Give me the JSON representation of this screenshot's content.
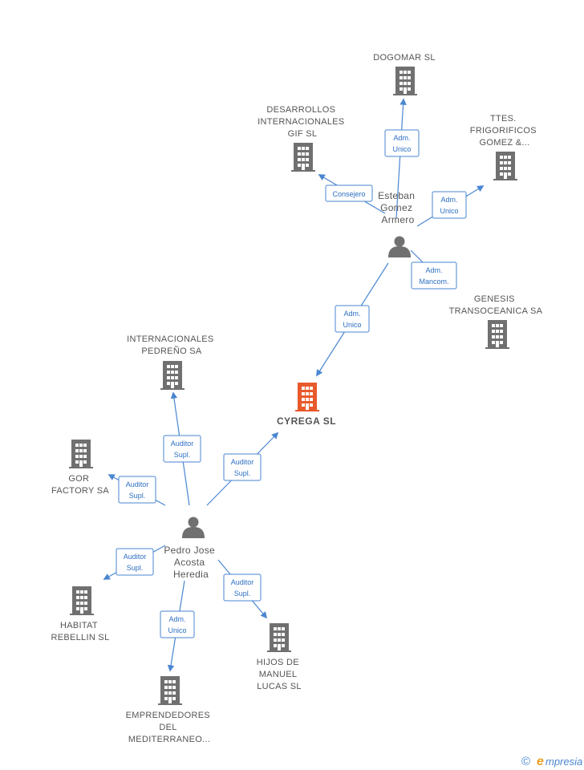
{
  "colors": {
    "company": "#707070",
    "focus": "#e8592b",
    "person": "#707070",
    "edge": "#4a86d1",
    "watermark_e": "#e8a020"
  },
  "nodes": {
    "dogomar": {
      "lines": [
        "DOGOMAR SL"
      ]
    },
    "desarrollos": {
      "lines": [
        "DESARROLLOS",
        "INTERNACIONALES",
        "GIF SL"
      ]
    },
    "ttes": {
      "lines": [
        "TTES.",
        "FRIGORIFICOS",
        "GOMEZ &..."
      ]
    },
    "esteban": {
      "lines": [
        "Esteban",
        "Gomez",
        "Armero"
      ]
    },
    "genesis": {
      "lines": [
        "GENESIS",
        "TRANSOCEANICA SA"
      ]
    },
    "internacionales": {
      "lines": [
        "INTERNACIONALES",
        "PEDREÑO SA"
      ]
    },
    "cyrega": {
      "lines": [
        "CYREGA SL"
      ]
    },
    "gor": {
      "lines": [
        "GOR",
        "FACTORY SA"
      ]
    },
    "pedro": {
      "lines": [
        "Pedro Jose",
        "Acosta",
        "Heredia"
      ]
    },
    "habitat": {
      "lines": [
        "HABITAT",
        "REBELLIN SL"
      ]
    },
    "hijos": {
      "lines": [
        "HIJOS DE",
        "MANUEL",
        "LUCAS SL"
      ]
    },
    "emprendedores": {
      "lines": [
        "EMPRENDEDORES",
        "DEL",
        "MEDITERRANEO..."
      ]
    }
  },
  "edges": {
    "e_dogomar": {
      "lines": [
        "Adm.",
        "Unico"
      ]
    },
    "e_desarrollos": {
      "lines": [
        "Consejero"
      ]
    },
    "e_ttes": {
      "lines": [
        "Adm.",
        "Unico"
      ]
    },
    "e_genesis": {
      "lines": [
        "Adm.",
        "Mancom."
      ]
    },
    "e_cyrega_esteban": {
      "lines": [
        "Adm.",
        "Unico"
      ]
    },
    "e_internacionales": {
      "lines": [
        "Auditor",
        "Supl."
      ]
    },
    "e_cyrega_pedro": {
      "lines": [
        "Auditor",
        "Supl."
      ]
    },
    "e_gor": {
      "lines": [
        "Auditor",
        "Supl."
      ]
    },
    "e_habitat": {
      "lines": [
        "Auditor",
        "Supl."
      ]
    },
    "e_hijos": {
      "lines": [
        "Auditor",
        "Supl."
      ]
    },
    "e_emprendedores": {
      "lines": [
        "Adm.",
        "Unico"
      ]
    }
  },
  "watermark": {
    "copyright": "©",
    "brand_initial": "e",
    "brand_rest": "mpresia"
  }
}
